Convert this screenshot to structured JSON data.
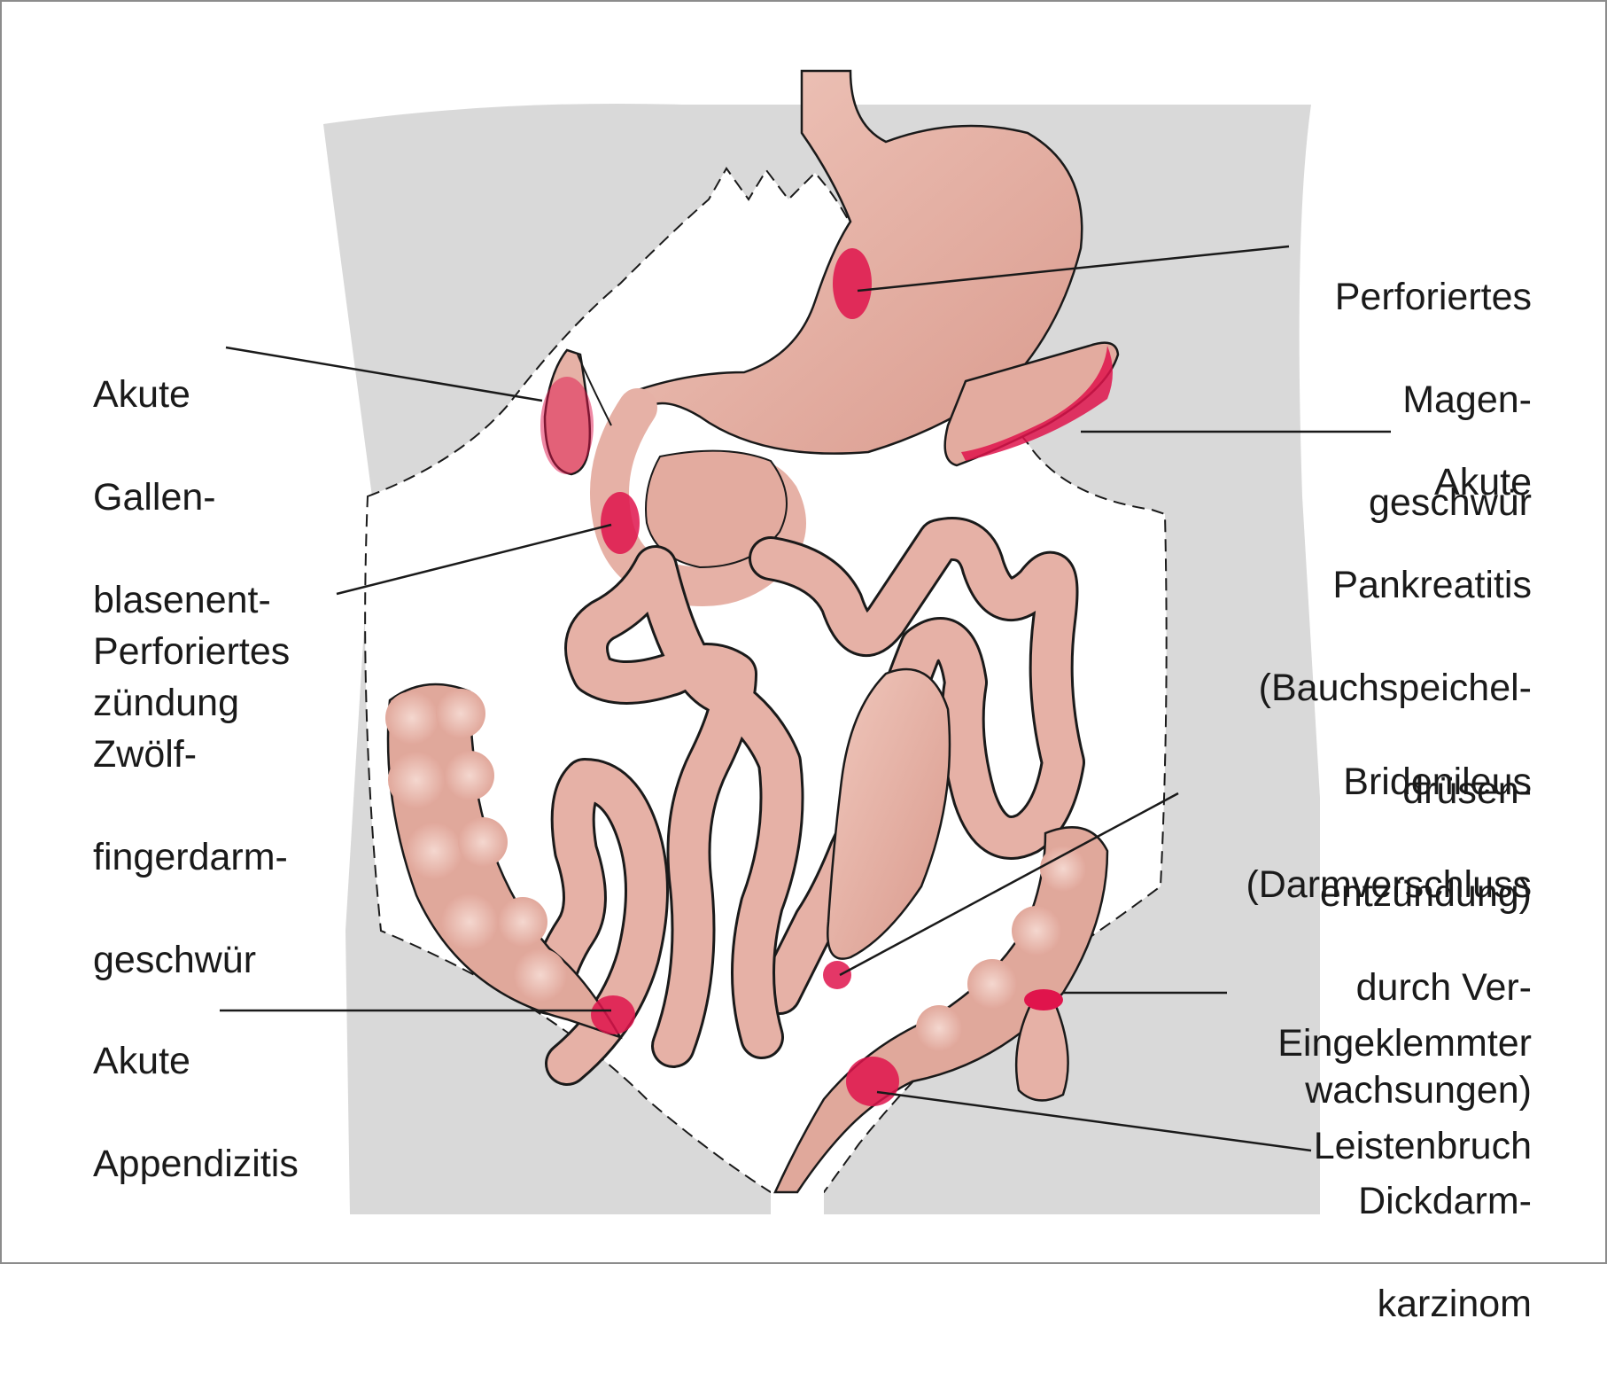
{
  "labels": {
    "gallbladder": [
      "Akute",
      "Gallen-",
      "blasenent-",
      "zündung"
    ],
    "duodenal_ulcer": [
      "Perforiertes",
      "Zwölf-",
      "fingerdarm-",
      "geschwür"
    ],
    "appendicitis": [
      "Akute",
      "Appendizitis"
    ],
    "gastric_ulcer": [
      "Perforiertes",
      "Magen-",
      "geschwür"
    ],
    "pancreatitis": [
      "Akute",
      "Pankreatitis",
      "(Bauchspeichel-",
      "drüsen-",
      "entzündung)"
    ],
    "bridenileus": [
      "Bridenileus",
      "(Darmverschluss",
      "durch Ver-",
      "wachsungen)"
    ],
    "hernia": [
      "Eingeklemmter",
      "Leistenbruch"
    ],
    "colon_cancer": [
      "Dickdarm-",
      "karzinom"
    ]
  },
  "colors": {
    "skin_gray": "#d9d9d9",
    "organ": "#e6b1a6",
    "organ_dark": "#c98f84",
    "inflammation": "#e0144c",
    "line": "#1a1a1a",
    "frame": "#8c8c8c"
  }
}
